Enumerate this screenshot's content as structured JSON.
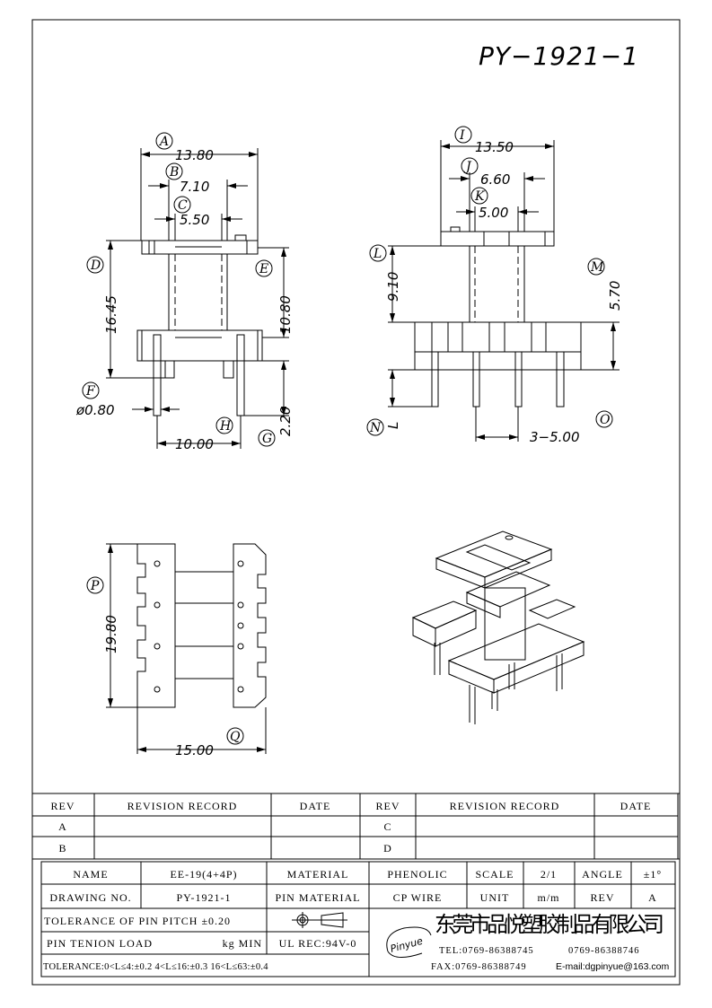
{
  "drawing_title": "PY−1921−1",
  "front_view": {
    "dims": {
      "A": "13.80",
      "B": "7.10",
      "C": "5.50",
      "D": "16.45",
      "E": "10.80",
      "F": "ø0.80",
      "G": "2.20",
      "H": "10.00"
    },
    "labels": [
      "A",
      "B",
      "C",
      "D",
      "E",
      "F",
      "G",
      "H"
    ]
  },
  "side_view": {
    "dims": {
      "I": "13.50",
      "J": "6.60",
      "K": "5.00",
      "L": "9.10",
      "M": "5.70",
      "N": "L",
      "O": "3−5.00"
    },
    "labels": [
      "I",
      "J",
      "K",
      "L",
      "M",
      "N",
      "O"
    ]
  },
  "bottom_view": {
    "dims": {
      "P": "19.80",
      "Q": "15.00"
    },
    "labels": [
      "P",
      "Q"
    ]
  },
  "revision_table": {
    "headers": [
      "REV",
      "REVISION RECORD",
      "DATE",
      "REV",
      "REVISION RECORD",
      "DATE"
    ],
    "rows": [
      [
        "A",
        "",
        "",
        "C",
        "",
        ""
      ],
      [
        "B",
        "",
        "",
        "D",
        "",
        ""
      ]
    ]
  },
  "title_block": {
    "name_label": "NAME",
    "name_value": "EE-19(4+4P)",
    "material_label": "MATERIAL",
    "material_value": "PHENOLIC",
    "scale_label": "SCALE",
    "scale_value": "2/1",
    "angle_label": "ANGLE",
    "angle_value": "±1°",
    "drawing_no_label": "DRAWING NO.",
    "drawing_no_value": "PY-1921-1",
    "pin_material_label": "PIN MATERIAL",
    "pin_material_value": "CP WIRE",
    "unit_label": "UNIT",
    "unit_value": "m/m",
    "rev_label": "REV",
    "rev_value": "A",
    "pin_pitch_tolerance": "TOLERANCE OF PIN PITCH ±0.20",
    "pin_tension_label": "PIN TENION LOAD",
    "pin_tension_unit": "kg MIN",
    "ul_rec": "UL REC:94V-0",
    "tolerance": "TOLERANCE:0<L≤4:±0.2   4<L≤16:±0.3   16<L≤63:±0.4"
  },
  "company": {
    "logo_text": "Pinyue",
    "name": "东莞市品悦塑胶制品有限公司",
    "tel": "TEL:0769-86388745",
    "tel2": "0769-86388746",
    "fax": "FAX:0769-86388749",
    "email": "E-mail:dgpinyue@163.com"
  }
}
